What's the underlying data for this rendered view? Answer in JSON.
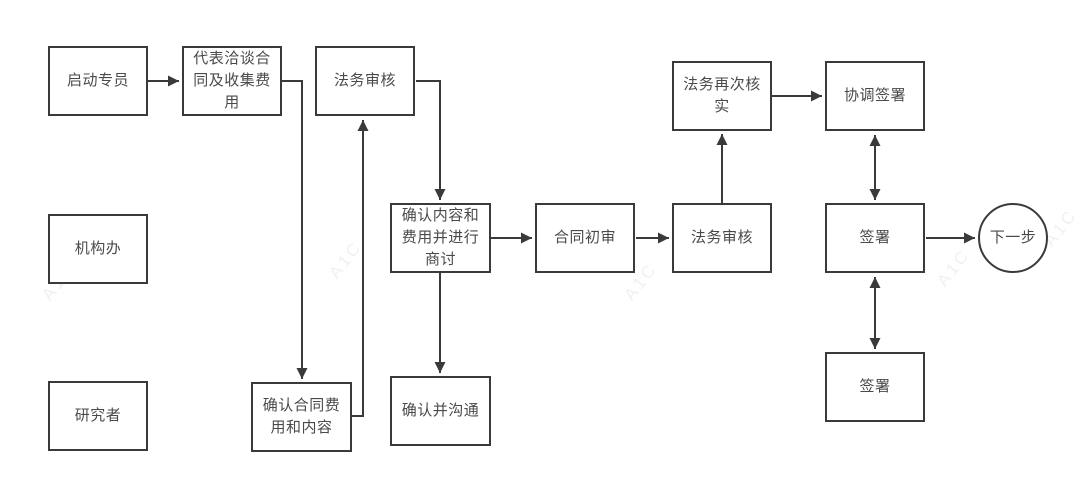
{
  "diagram": {
    "type": "flowchart",
    "nodes": {
      "qidong_zhuanyuan": {
        "label": "启动专员"
      },
      "daibiao_qiatan": {
        "label": "代表洽谈合同及收集费用"
      },
      "fawu_shenhe_top": {
        "label": "法务审核"
      },
      "jigou_ban": {
        "label": "机构办"
      },
      "queren_neirong_feiyong": {
        "label": "确认内容和费用并进行商讨"
      },
      "hetong_chushen": {
        "label": "合同初审"
      },
      "fawu_shenhe_mid": {
        "label": "法务审核"
      },
      "qianshu_mid": {
        "label": "签署"
      },
      "next_step": {
        "label": "下一步"
      },
      "fawu_zaici_heshi": {
        "label": "法务再次核实"
      },
      "xietiao_qianshu": {
        "label": "协调签署"
      },
      "yanjiuzhe": {
        "label": "研究者"
      },
      "queren_hetong_feiyong": {
        "label": "确认合同费用和内容"
      },
      "queren_bing_goutong": {
        "label": "确认并沟通"
      },
      "qianshu_bottom": {
        "label": "签署"
      }
    },
    "edges": [
      {
        "from": "启动专员",
        "to": "代表洽谈合同及收集费用",
        "direction": "one-way"
      },
      {
        "from": "代表洽谈合同及收集费用",
        "to": "确认合同费用和内容",
        "direction": "one-way"
      },
      {
        "from": "确认合同费用和内容",
        "to": "法务审核(上)",
        "direction": "one-way"
      },
      {
        "from": "法务审核(上)",
        "to": "确认内容和费用并进行商讨",
        "direction": "one-way"
      },
      {
        "from": "确认内容和费用并进行商讨",
        "to": "合同初审",
        "direction": "one-way"
      },
      {
        "from": "确认内容和费用并进行商讨",
        "to": "确认并沟通",
        "direction": "one-way"
      },
      {
        "from": "合同初审",
        "to": "法务审核(中)",
        "direction": "one-way"
      },
      {
        "from": "法务审核(中)",
        "to": "法务再次核实",
        "direction": "one-way"
      },
      {
        "from": "法务再次核实",
        "to": "协调签署",
        "direction": "one-way"
      },
      {
        "from": "协调签署",
        "to": "签署(中)",
        "direction": "two-way"
      },
      {
        "from": "签署(中)",
        "to": "下一步",
        "direction": "one-way"
      },
      {
        "from": "签署(中)",
        "to": "签署(下)",
        "direction": "two-way"
      }
    ],
    "watermark": {
      "text": "A1C"
    },
    "colors": {
      "line": "#3a3a3a",
      "text": "#4a4a4a",
      "background": "#ffffff"
    }
  }
}
